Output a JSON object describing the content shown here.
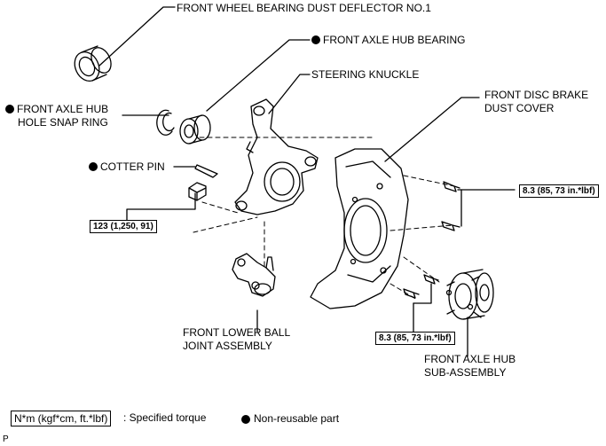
{
  "labels": {
    "deflector": "FRONT WHEEL BEARING DUST DEFLECTOR NO.1",
    "hub_bearing": "FRONT AXLE HUB BEARING",
    "knuckle": "STEERING KNUCKLE",
    "snap_ring_l1": "FRONT AXLE HUB",
    "snap_ring_l2": "HOLE SNAP RING",
    "dust_cover_l1": "FRONT DISC BRAKE",
    "dust_cover_l2": "DUST COVER",
    "cotter_pin": "COTTER PIN",
    "ball_joint_l1": "FRONT LOWER BALL",
    "ball_joint_l2": "JOINT ASSEMBLY",
    "hub_sub_l1": "FRONT AXLE HUB",
    "hub_sub_l2": "SUB-ASSEMBLY"
  },
  "torques": {
    "nut": "123 (1,250, 91)",
    "dust_cover_bolts": "8.3 (85, 73 in.*lbf)",
    "lower_bolts": "8.3 (85, 73 in.*lbf)"
  },
  "legend": {
    "torque_unit": "N*m (kgf*cm, ft.*lbf)",
    "torque_text": ": Specified torque",
    "nonreusable_text": "Non-reusable part"
  },
  "corner_mark": "P"
}
